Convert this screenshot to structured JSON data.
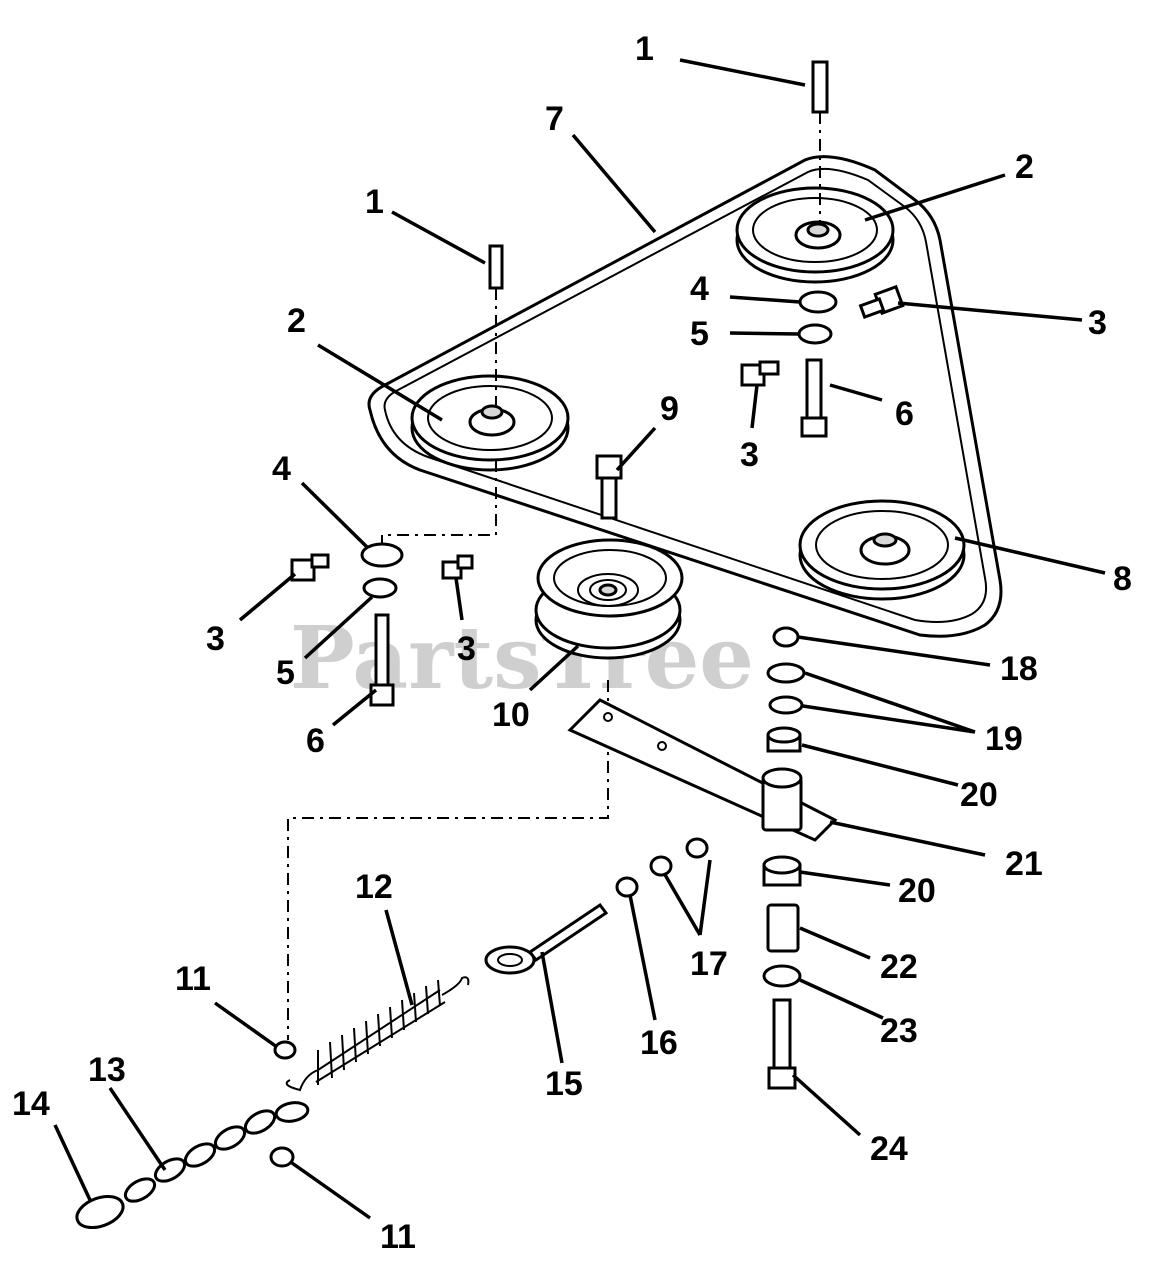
{
  "watermark": "PartsTree",
  "labels": {
    "l1a": "1",
    "l1b": "1",
    "l7": "7",
    "l2a": "2",
    "l2b": "2",
    "l3a": "3",
    "l3b": "3",
    "l3c": "3",
    "l3d": "3",
    "l4a": "4",
    "l4b": "4",
    "l5a": "5",
    "l5b": "5",
    "l6a": "6",
    "l6b": "6",
    "l8": "8",
    "l9": "9",
    "l10": "10",
    "l11a": "11",
    "l11b": "11",
    "l12": "12",
    "l13": "13",
    "l14": "14",
    "l15": "15",
    "l16": "16",
    "l17": "17",
    "l18": "18",
    "l19": "19",
    "l20a": "20",
    "l20b": "20",
    "l21": "21",
    "l22": "22",
    "l23": "23",
    "l24": "24"
  }
}
